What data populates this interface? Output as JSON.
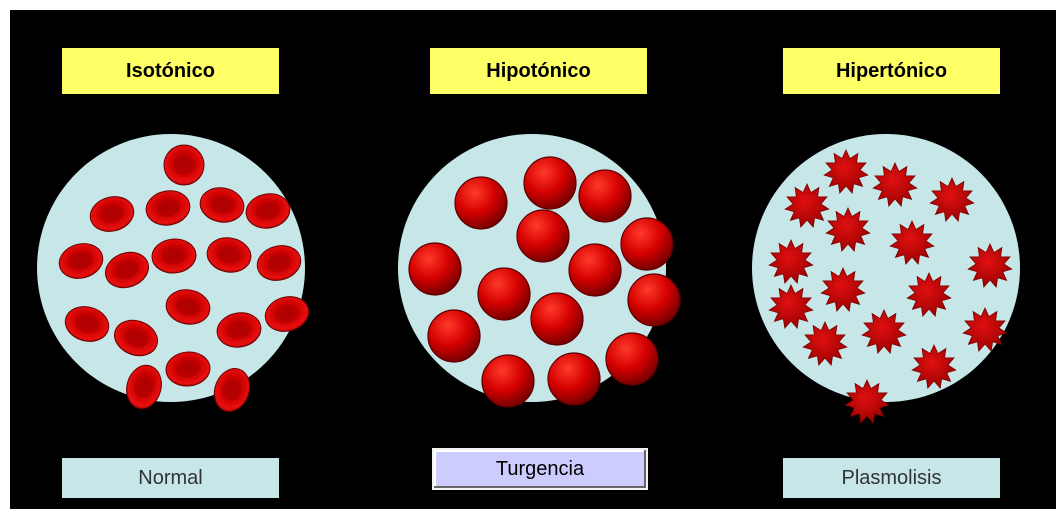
{
  "panels": [
    {
      "title": "Isotónico",
      "state": "Normal",
      "cell_shape": "biconcave-disc"
    },
    {
      "title": "Hipotónico",
      "state": "Turgencia",
      "cell_shape": "swollen-sphere"
    },
    {
      "title": "Hipertónico",
      "state": "Plasmolisis",
      "cell_shape": "crenated-star"
    }
  ],
  "colors": {
    "background": "#000000",
    "title_fill": "#ffff66",
    "solution": "#c7e6e8",
    "cell": "#cc0000",
    "cell_dark": "#7a0000",
    "selected_label": "#ccccff"
  }
}
